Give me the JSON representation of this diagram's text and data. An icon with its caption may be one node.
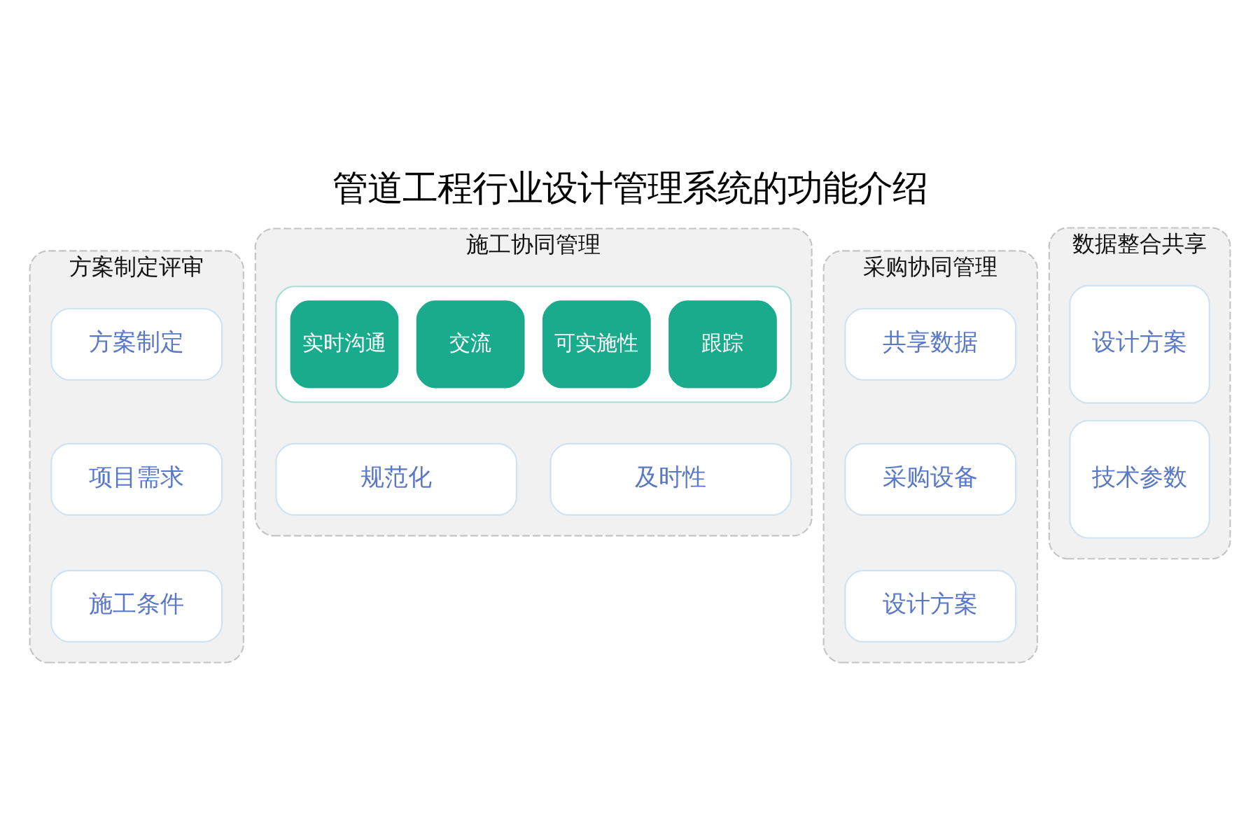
{
  "diagram": {
    "title": "管道工程行业设计管理系统的功能介绍",
    "nodes": [
      {
        "text": [
          "方案制定评审"
        ]
      },
      {
        "text": [
          "方案制定"
        ],
        "in": 0
      },
      {
        "text": [
          "项目需求"
        ],
        "in": 0
      },
      {
        "text": [
          "施工条件"
        ],
        "in": 0
      },
      {
        "text": [
          "施工协同管理"
        ]
      },
      {
        "text": [],
        "shape": "box",
        "in": 4
      },
      {
        "text": [
          "实时沟通"
        ],
        "in": 5
      },
      {
        "text": [
          "交流"
        ],
        "in": 5
      },
      {
        "text": [
          "可实施性"
        ],
        "in": 5
      },
      {
        "text": [
          "跟踪"
        ],
        "in": 5
      },
      {
        "text": [
          "规范化"
        ],
        "in": 4
      },
      {
        "text": [
          "及时性"
        ],
        "in": 4
      },
      {
        "text": [
          "采购协同管理"
        ]
      },
      {
        "text": [
          "共享数据"
        ],
        "in": 12
      },
      {
        "text": [
          "采购设备"
        ],
        "in": 12
      },
      {
        "text": [
          "设计方案"
        ],
        "in": 12
      },
      {
        "text": [
          "数据整合共享"
        ]
      },
      {
        "text": [
          "设计方案"
        ],
        "in": 16
      },
      {
        "text": [
          "技术参数"
        ],
        "in": 16
      }
    ]
  }
}
